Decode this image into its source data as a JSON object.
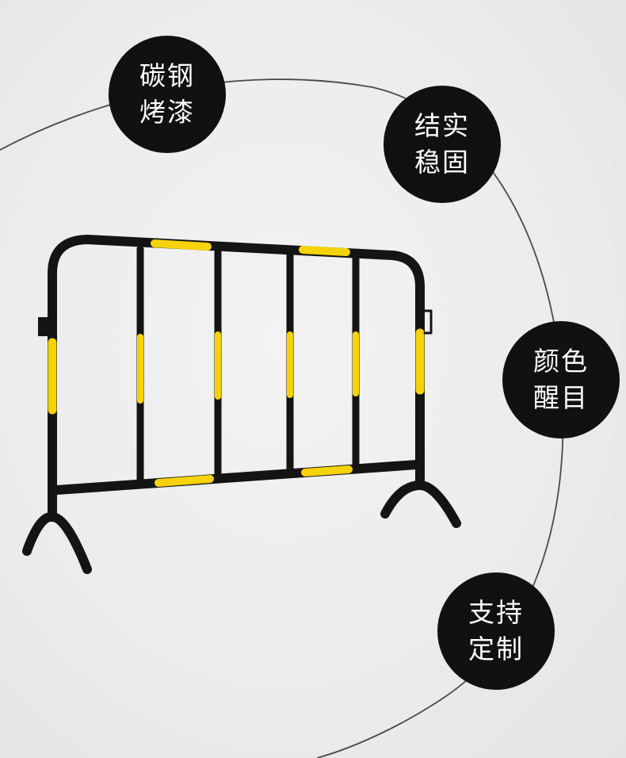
{
  "features": [
    {
      "line1": "碳钢",
      "line2": "烤漆"
    },
    {
      "line1": "结实",
      "line2": "稳固"
    },
    {
      "line1": "颜色",
      "line2": "醒目"
    },
    {
      "line1": "支持",
      "line2": "定制"
    }
  ],
  "colors": {
    "background": "#ebebeb",
    "badge": "#111111",
    "badge_text": "#ffffff",
    "barrier_black": "#141414",
    "barrier_yellow": "#f5d20a",
    "arc_line": "#4a4a4a"
  },
  "product": {
    "type": "crowd-control-barrier",
    "icon": "barrier-illustration"
  }
}
